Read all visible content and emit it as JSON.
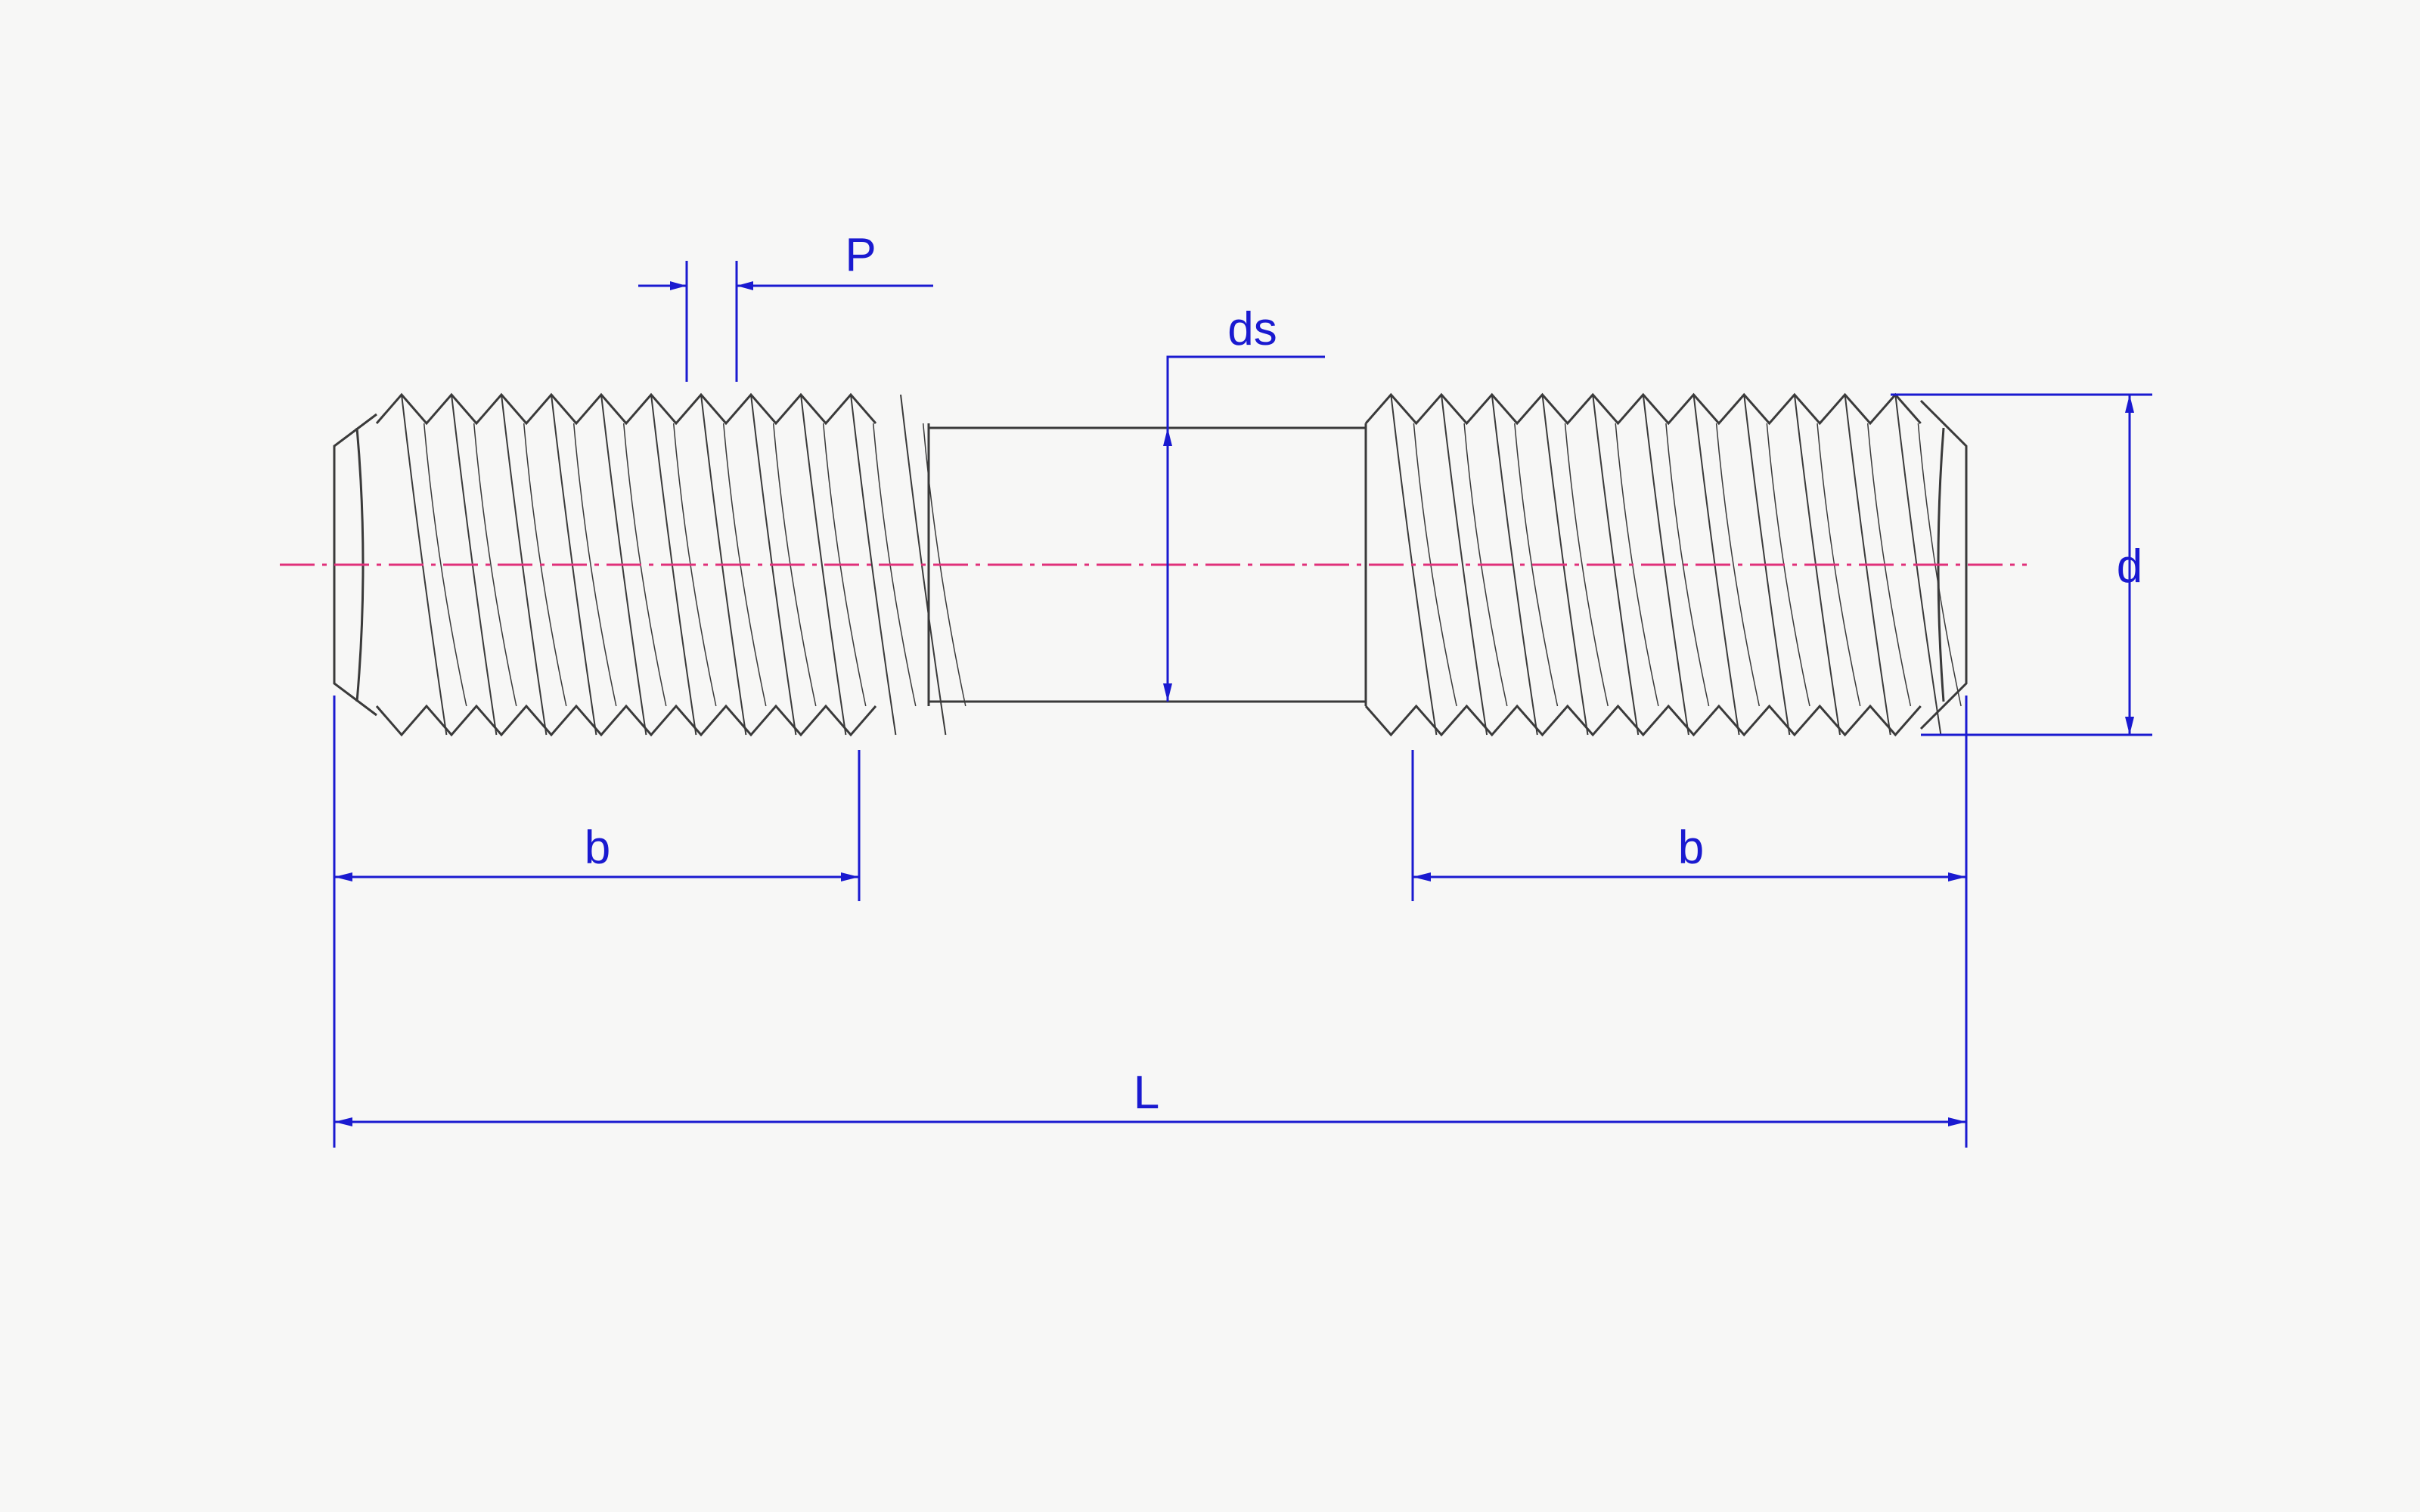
{
  "labels": {
    "pitch": "P",
    "shank_diameter": "ds",
    "major_diameter": "d",
    "thread_length_left": "b",
    "thread_length_right": "b",
    "total_length": "L"
  },
  "colors": {
    "background": "#f7f7f6",
    "outline": "#3a3a3a",
    "dimension": "#1a1ad0",
    "centerline": "#e0307a"
  }
}
